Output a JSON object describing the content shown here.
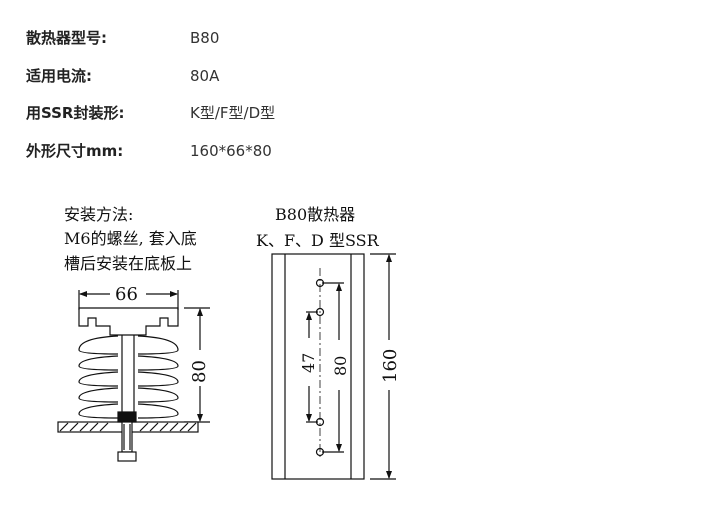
{
  "specs": [
    {
      "label": "散热器型号:",
      "value": "B80"
    },
    {
      "label": "适用电流:",
      "value": "80A"
    },
    {
      "label": "用SSR封装形:",
      "value": "K型/F型/D型"
    },
    {
      "label": "外形尺寸mm:",
      "value": "160*66*80"
    }
  ],
  "diagram": {
    "install_lines": [
      "安装方法:",
      "M6的螺丝, 套入底",
      "槽后安装在底板上"
    ],
    "title_lines": [
      "B80散热器",
      "K、F、D 型SSR"
    ],
    "dim_width": "66",
    "dim_height": "80",
    "dim_hole_spacing": "47",
    "dim_slot": "80",
    "dim_length": "160"
  }
}
